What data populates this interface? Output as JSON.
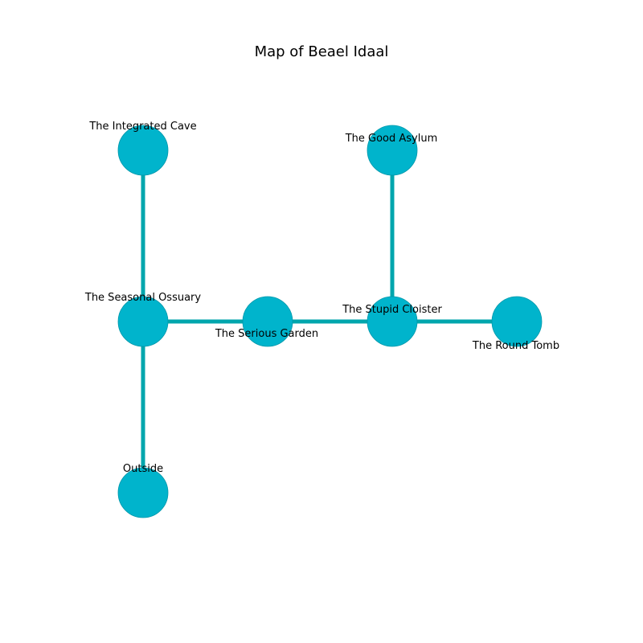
{
  "title": "Map of Beael Idaal",
  "colors": {
    "node_fill": "#00b4cc",
    "node_stroke": "#0097aa",
    "edge": "#00a6ad"
  },
  "nodes": [
    {
      "id": "integrated-cave",
      "label": "The Integrated Cave"
    },
    {
      "id": "good-asylum",
      "label": "The Good Asylum"
    },
    {
      "id": "seasonal-ossuary",
      "label": "The Seasonal Ossuary"
    },
    {
      "id": "serious-garden",
      "label": "The Serious Garden"
    },
    {
      "id": "stupid-cloister",
      "label": "The Stupid Cloister"
    },
    {
      "id": "round-tomb",
      "label": "The Round Tomb"
    },
    {
      "id": "outside",
      "label": "Outside"
    }
  ],
  "edges": [
    {
      "from": "integrated-cave",
      "to": "seasonal-ossuary"
    },
    {
      "from": "seasonal-ossuary",
      "to": "outside"
    },
    {
      "from": "seasonal-ossuary",
      "to": "serious-garden"
    },
    {
      "from": "serious-garden",
      "to": "stupid-cloister"
    },
    {
      "from": "stupid-cloister",
      "to": "good-asylum"
    },
    {
      "from": "stupid-cloister",
      "to": "round-tomb"
    }
  ]
}
